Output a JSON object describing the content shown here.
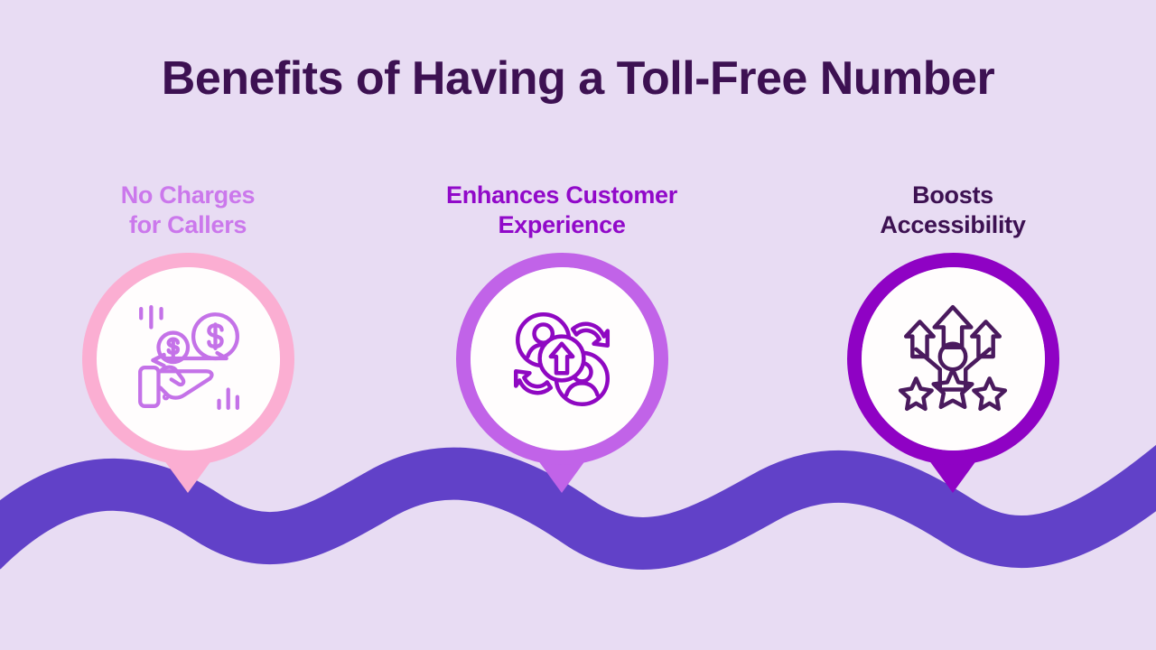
{
  "page": {
    "title": "Benefits of Having a Toll-Free Number",
    "background_color": "#e8dcf3",
    "title_color": "#3d1152"
  },
  "wave": {
    "name": "wave-path",
    "color": "#6141c8"
  },
  "benefits": [
    {
      "label": "No Charges\nfor Callers",
      "label_line_1": "No Charges",
      "label_line_2": "for Callers",
      "label_color": "#cb78ec",
      "ring_color": "#fbaed2",
      "circle_fill": "#fffdfd",
      "icon_name": "money-in-hand-icon",
      "icon_color": "#c472e8",
      "icon_description": "Two hands exchanging dollar coins"
    },
    {
      "label": "Enhances Customer\nExperience",
      "label_line_1": "Enhances Customer",
      "label_line_2": "Experience",
      "label_color": "#9109c9",
      "ring_color": "#c163e8",
      "circle_fill": "#fffdfd",
      "icon_name": "customer-cycle-icon",
      "icon_color": "#8f08c2",
      "icon_description": "Two users with circular arrows and an up arrow"
    },
    {
      "label": "Boosts\nAccessibility",
      "label_line_1": "Boosts",
      "label_line_2": "Accessibility",
      "label_color": "#3d1152",
      "ring_color": "#8f02c4",
      "circle_fill": "#fffdfd",
      "icon_name": "growth-rating-icon",
      "icon_color": "#4a1a5e",
      "icon_description": "Person with raised arms, three up arrows and three stars"
    }
  ]
}
